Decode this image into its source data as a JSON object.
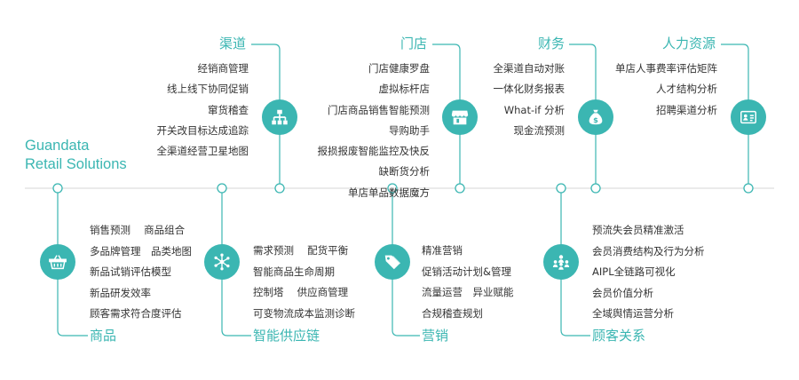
{
  "brand": {
    "line1": "Guandata",
    "line2": "Retail Solutions"
  },
  "colors": {
    "accent": "#3bb6b2",
    "line": "#dddddd",
    "text": "#333333"
  },
  "top": [
    {
      "title": "渠道",
      "icon": "org-chart-icon",
      "items": [
        "经销商管理",
        "线上线下协同促销",
        "窜货稽查",
        "开关改目标达成追踪",
        "全渠道经营卫星地图"
      ]
    },
    {
      "title": "门店",
      "icon": "storefront-icon",
      "items": [
        "门店健康罗盘",
        "虚拟标杆店",
        "门店商品销售智能预测",
        "导购助手",
        "报损报废智能监控及快反",
        "缺断货分析",
        "单店单品数据魔方"
      ]
    },
    {
      "title": "财务",
      "icon": "money-bag-icon",
      "items": [
        "全渠道自动对账",
        "一体化财务报表",
        "What-if 分析",
        "现金流预测"
      ]
    },
    {
      "title": "人力资源",
      "icon": "id-card-icon",
      "items": [
        "单店人事费率评估矩阵",
        "人才结构分析",
        "招聘渠道分析"
      ]
    }
  ],
  "bottom": [
    {
      "title": "商品",
      "icon": "shopping-basket-icon",
      "items": [
        "销售预测　 商品组合",
        "多品牌管理　品类地图",
        "新品试销评估模型",
        "新品研发效率",
        "顾客需求符合度评估"
      ]
    },
    {
      "title": "智能供应链",
      "icon": "network-icon",
      "items": [
        "需求预测　 配货平衡",
        "智能商品生命周期",
        "控制塔　 供应商管理",
        "可变物流成本监测诊断"
      ]
    },
    {
      "title": "营销",
      "icon": "price-tag-icon",
      "items": [
        "精准营销",
        "促销活动计划&管理",
        "流量运营　异业赋能",
        "合规稽查规划"
      ]
    },
    {
      "title": "顾客关系",
      "icon": "customer-group-icon",
      "items": [
        "预流失会员精准激活",
        "会员消费结构及行为分析",
        "AIPL全链路可视化",
        "会员价值分析",
        "全域舆情运营分析"
      ]
    }
  ]
}
